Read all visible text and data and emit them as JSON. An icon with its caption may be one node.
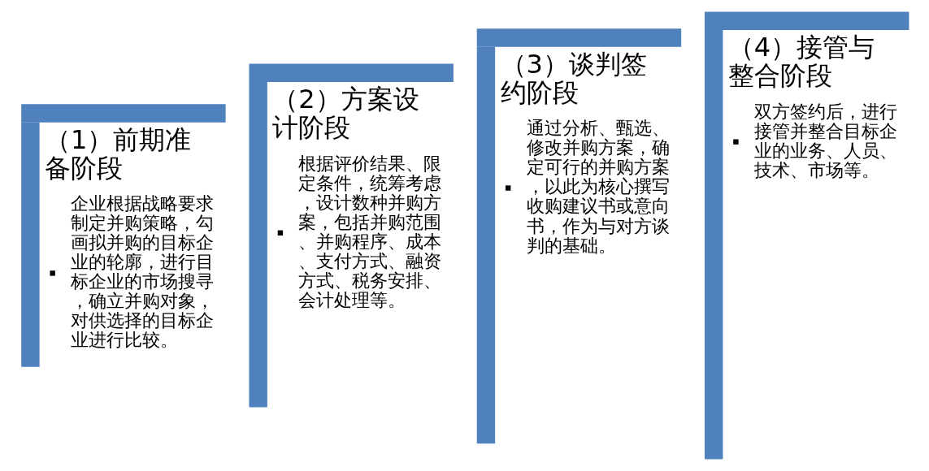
{
  "diagram": {
    "nodes": [
      {
        "text": [
          "（1）前期准备阶段",
          "企业根据战略要求制定并购策略，勾画拟并购的目标企业的轮廓，进行目标企业的市场搜寻，确立并购对象，对供选择的目标企业进行比较。"
        ]
      },
      {
        "text": [
          "（2）方案设计阶段",
          "根据评价结果、限定条件，统筹考虑，设计数种并购方案，包括并购范围、并购程序、成本、支付方式、融资方式、税务安排、会计处理等。"
        ]
      },
      {
        "text": [
          "（3）谈判签约阶段",
          "通过分析、甄选、修改并购方案，确定可行的并购方案，以此为核心撰写收购建议书或意向书，作为与对方谈判的基础。"
        ]
      },
      {
        "text": [
          "（4）接管与整合阶段",
          "双方签约后，进行接管并整合目标企业的业务、人员、技术、市场等。"
        ]
      }
    ],
    "edges": []
  }
}
